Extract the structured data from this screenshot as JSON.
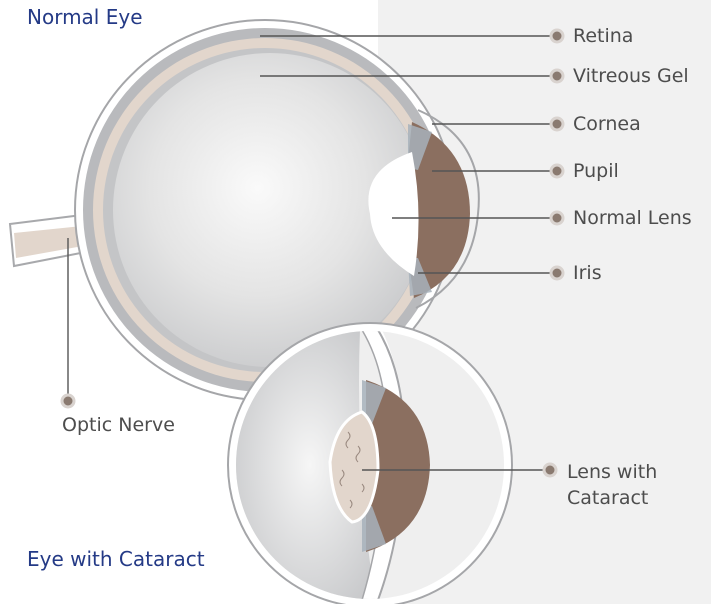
{
  "titles": {
    "normal": "Normal Eye",
    "cataract": "Eye with Cataract"
  },
  "labels": {
    "retina": "Retina",
    "vitreous": "Vitreous Gel",
    "cornea": "Cornea",
    "pupil": "Pupil",
    "normal_lens": "Normal Lens",
    "iris": "Iris",
    "optic_nerve": "Optic Nerve",
    "cataract_lens_line1": "Lens with",
    "cataract_lens_line2": "Cataract"
  },
  "colors": {
    "title": "#243a86",
    "label_text": "#4d4d4d",
    "leader_line": "#555555",
    "marker": "#8a7a70",
    "iris": "#8b6f60",
    "retina_band": "#e2d6cc",
    "sclera": "#b9babd",
    "vitreous": "#e6e6e6",
    "lens": "#ffffff",
    "cataract_lens": "#e2d6cc"
  }
}
